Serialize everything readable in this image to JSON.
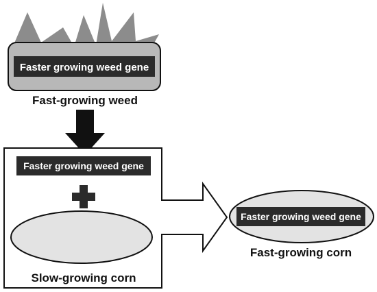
{
  "weed": {
    "gene_label": "Faster growing weed gene",
    "caption": "Fast-growing weed"
  },
  "corn_mix": {
    "gene_label": "Faster growing weed gene",
    "operator": "+",
    "caption": "Slow-growing corn"
  },
  "result": {
    "gene_label": "Faster growing weed gene",
    "caption": "Fast-growing corn"
  },
  "colors": {
    "gene_bar": "#2b2b2b",
    "gene_text": "#ffffff",
    "weed_body": "#b8b8b8",
    "weed_leaves": "#8c8c8c",
    "oval_fill": "#e3e3e3",
    "outline": "#111111",
    "arrow_down": "#111111"
  }
}
